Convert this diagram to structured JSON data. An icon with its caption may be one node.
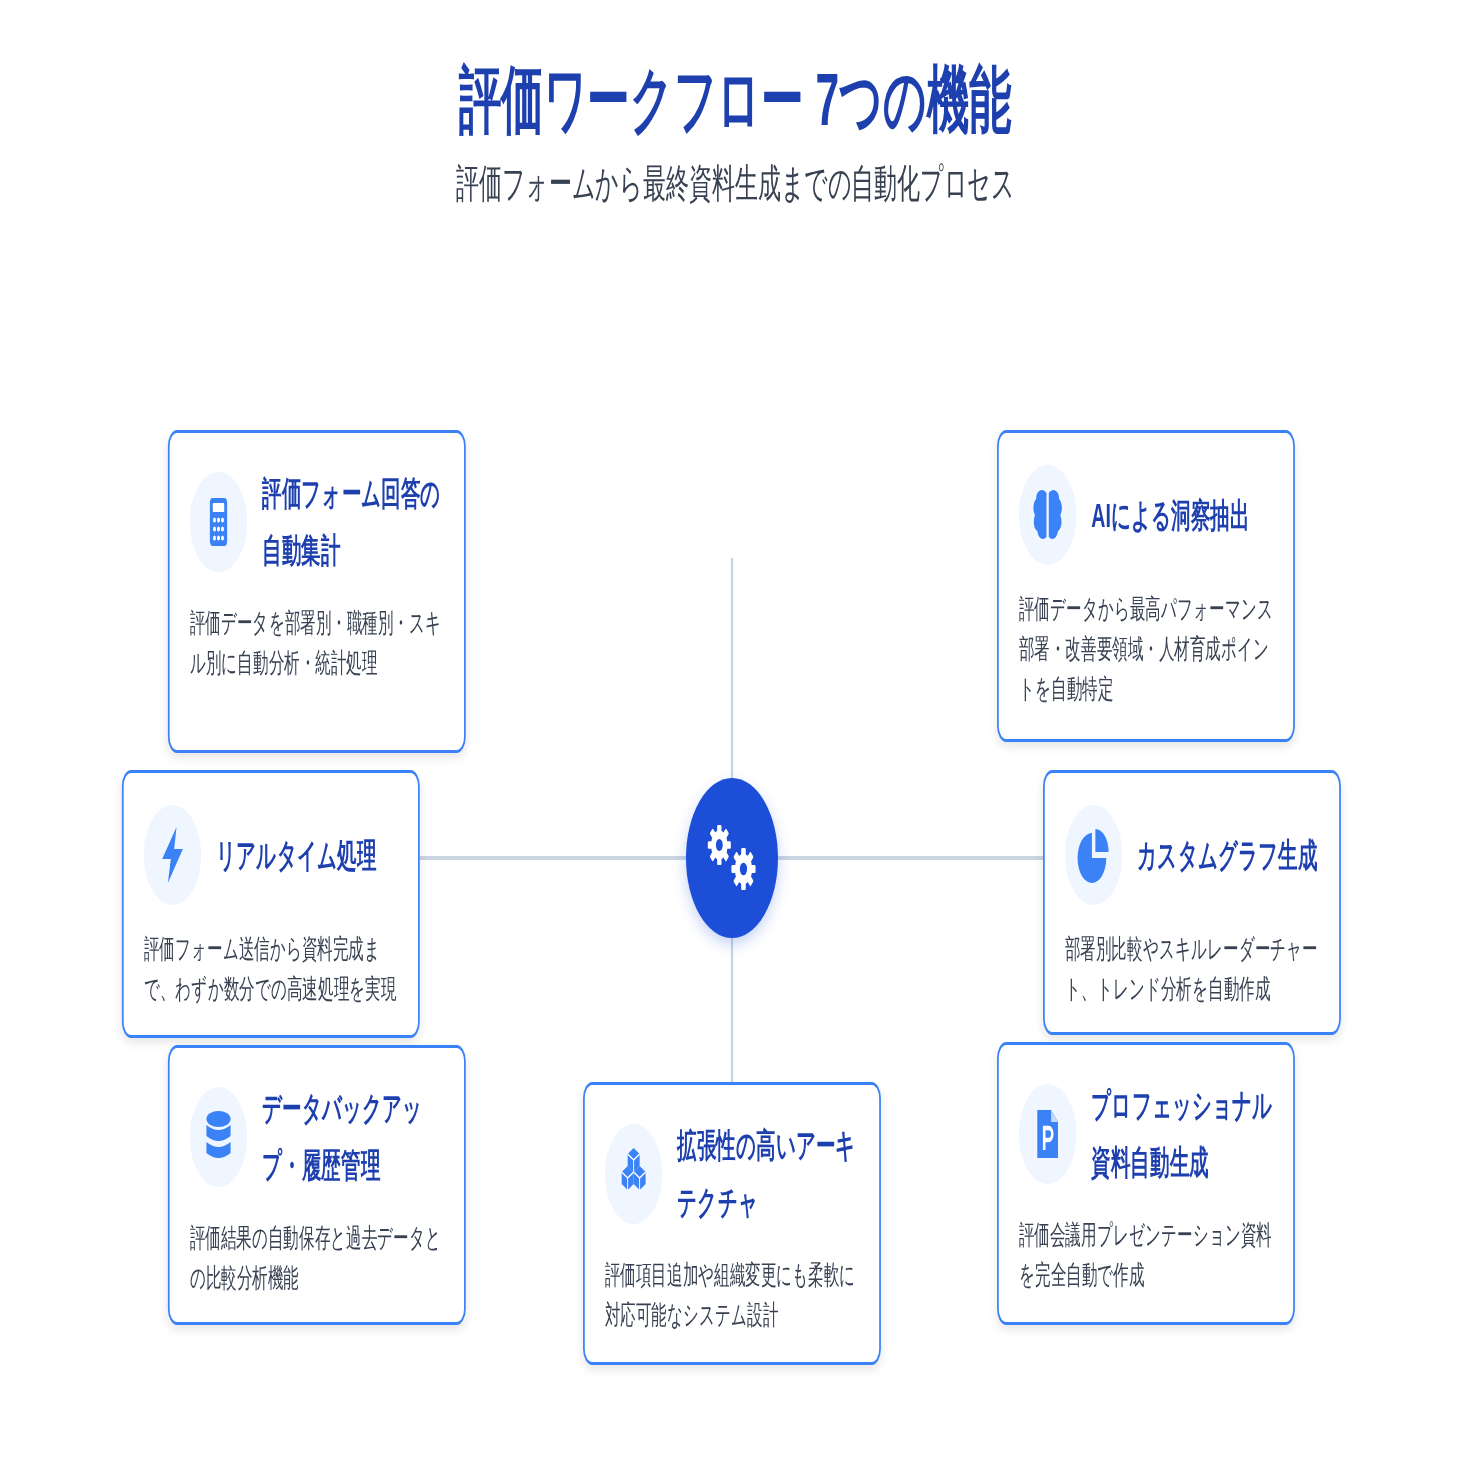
{
  "diagram": {
    "title": "評価ワークフロー 7つの機能",
    "nodes": [
      {
        "text": [
          "評価フォーム回答の自動集計",
          "評価データを部署別・職種別・スキル別に自動分析・統計処理"
        ]
      },
      {
        "text": [
          "AIによる洞察抽出",
          "評価データから最高パフォーマンス部署・改善要領域・人材育成ポイントを自動特定"
        ]
      },
      {
        "text": [
          "リアルタイム処理",
          "評価フォーム送信から資料完成まで、わずか数分での高速処理を実現"
        ]
      },
      {
        "text": [],
        "shape": "circle"
      },
      {
        "text": [
          "カスタムグラフ生成",
          "部署別比較やスキルレーダーチャート、トレンド分析を自動作成"
        ]
      },
      {
        "text": [
          "データバックアップ・履歴管理",
          "評価結果の自動保存と過去データとの比較分析機能"
        ]
      },
      {
        "text": [
          "拡張性の高いアーキテクチャ",
          "評価項目追加や組織変更にも柔軟に対応可能なシステム設計"
        ]
      },
      {
        "text": [
          "プロフェッショナル資料自動生成",
          "評価会議用プレゼンテーション資料を完全自動で作成"
        ]
      }
    ],
    "edges": [
      {
        "from": 3,
        "to": null,
        "arrow": "none"
      },
      {
        "from": 3,
        "to": 2,
        "arrow": "none"
      },
      {
        "from": 3,
        "to": 4,
        "arrow": "none"
      },
      {
        "from": 3,
        "to": 6,
        "arrow": "none"
      }
    ],
    "labels": [
      "評価フォームから最終資料生成までの自動化プロセス"
    ]
  }
}
